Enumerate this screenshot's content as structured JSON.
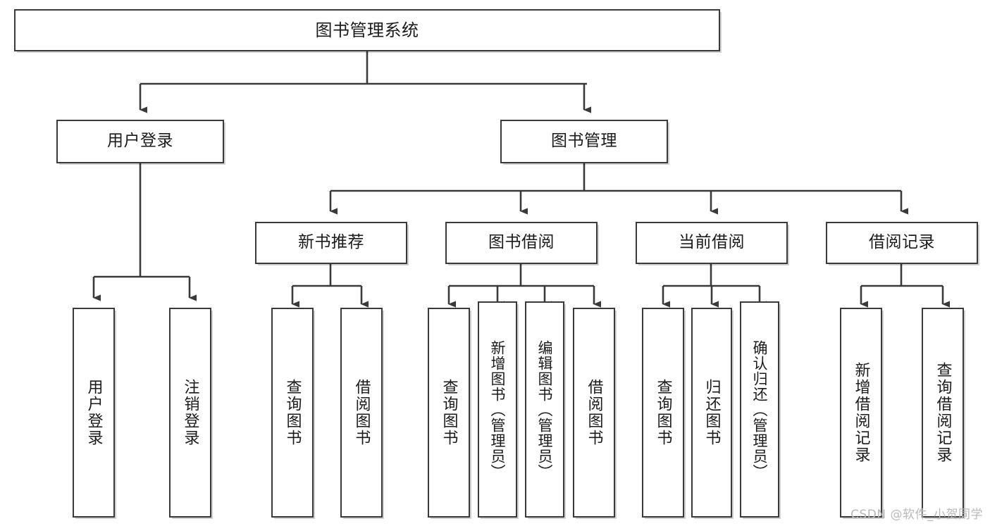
{
  "diagram": {
    "type": "tree-hierarchy",
    "title": "图书管理系统",
    "watermark": "CSDN @软件_小贺同学",
    "colors": {
      "box_border": "#3a3a3a",
      "box_fill": "#ffffff",
      "connector": "#3a3a3a",
      "text": "#1b1b1b",
      "watermark": "#b9b9b9"
    },
    "root": {
      "label": "图书管理系统"
    },
    "level2": [
      {
        "label": "用户登录"
      },
      {
        "label": "图书管理"
      }
    ],
    "level3": [
      {
        "label": "新书推荐"
      },
      {
        "label": "图书借阅"
      },
      {
        "label": "当前借阅"
      },
      {
        "label": "借阅记录"
      }
    ],
    "leaves": {
      "user_login": [
        {
          "label": "用户登录"
        },
        {
          "label": "注销登录"
        }
      ],
      "new_book": [
        {
          "label": "查询图书"
        },
        {
          "label": "借阅图书"
        }
      ],
      "book_borrow": [
        {
          "label": "查询图书"
        },
        {
          "label": "新增图书（管理员）"
        },
        {
          "label": "编辑图书（管理员）"
        },
        {
          "label": "借阅图书"
        }
      ],
      "current_borrow": [
        {
          "label": "查询图书"
        },
        {
          "label": "归还图书"
        },
        {
          "label": "确认归还（管理员）"
        }
      ],
      "borrow_record": [
        {
          "label": "新增借阅记录"
        },
        {
          "label": "查询借阅记录"
        }
      ]
    }
  }
}
